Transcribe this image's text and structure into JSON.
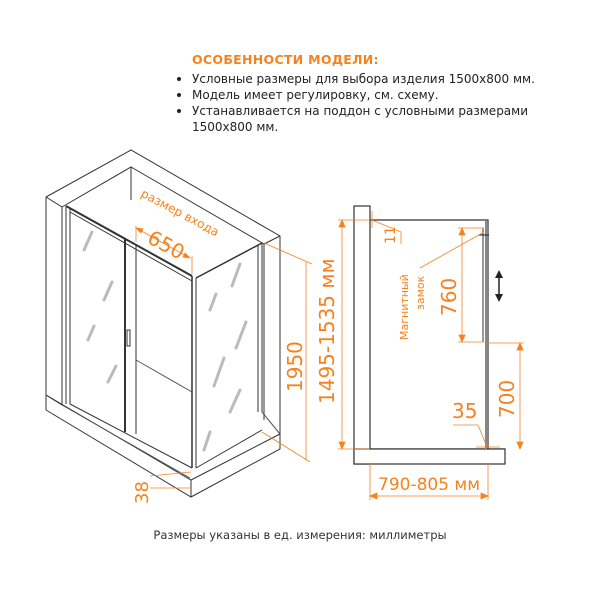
{
  "features": {
    "title": "ОСОБЕННОСТИ МОДЕЛИ:",
    "items": [
      "Условные размеры для выбора изделия 1500x800 мм.",
      "Модель имеет регулировку, см. схему.",
      "Устанавливается на поддон с условными размерами 1500x800 мм."
    ]
  },
  "iso_view": {
    "entry_label": "размер входа",
    "entry_width": "650",
    "height_total": "1950",
    "tray_height": "38"
  },
  "side_view": {
    "height_range": "1495-1535 мм",
    "top_gap": "11",
    "magnet_label_line1": "Магнитный",
    "magnet_label_line2": "замок",
    "upper_height": "760",
    "lower_height": "700",
    "bottom_offset": "35",
    "width_range": "790-805 мм"
  },
  "footer": {
    "note": "Размеры указаны в ед. измерения: миллиметры"
  },
  "colors": {
    "accent": "#f5821f",
    "line": "#333333",
    "glass": "#bbbbbb"
  }
}
